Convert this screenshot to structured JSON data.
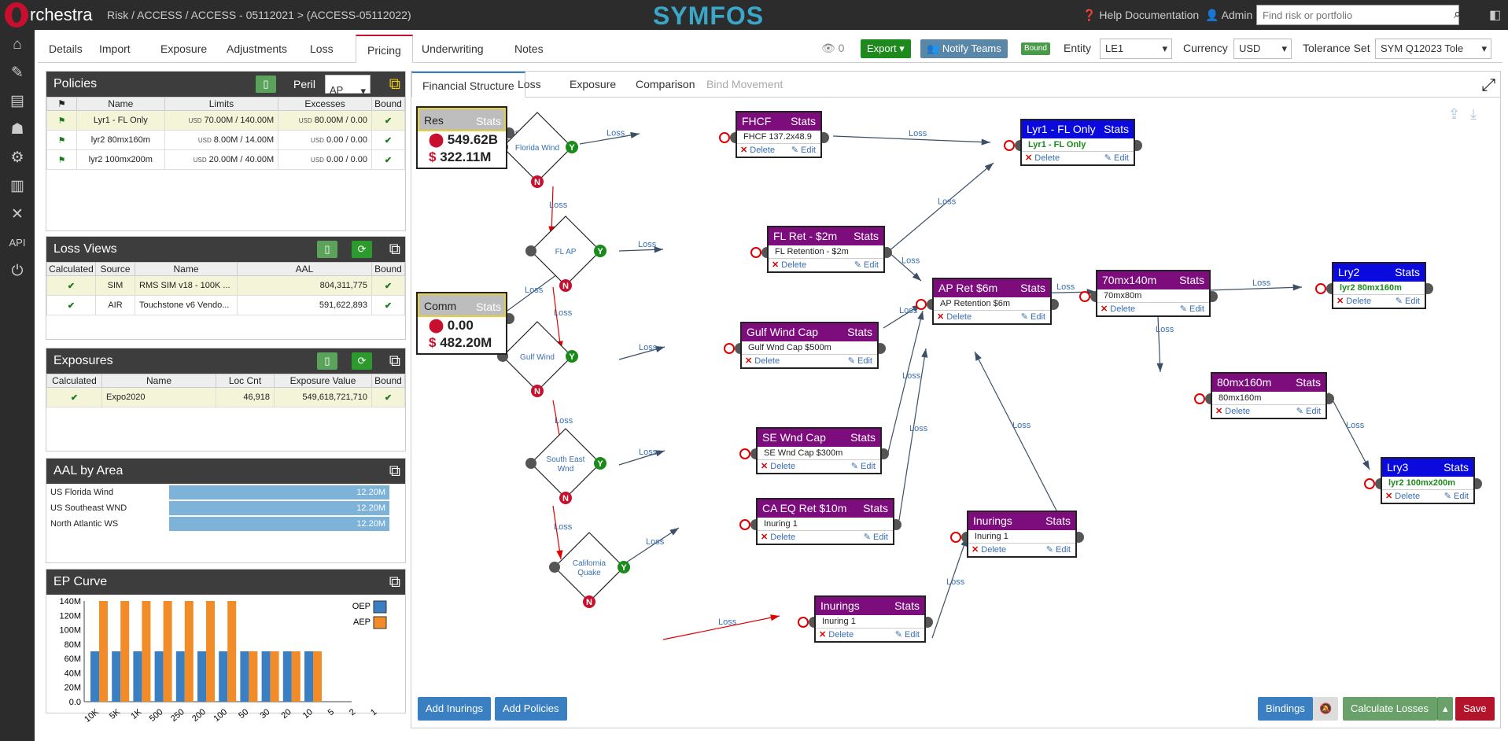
{
  "app": {
    "logo_text": "rchestra",
    "breadcrumb": "Risk / ACCESS / ACCESS - 05112021 > (ACCESS-05112022)",
    "brand": "SYMFOS",
    "help": "Help Documentation",
    "user": "Admin",
    "search_placeholder": "Find risk or portfolio"
  },
  "sidenav": [
    {
      "icon": "home-icon",
      "glyph": "⌂"
    },
    {
      "icon": "edit-icon",
      "glyph": "✎"
    },
    {
      "icon": "briefcase-icon",
      "glyph": "▤"
    },
    {
      "icon": "robot-icon",
      "glyph": "☗"
    },
    {
      "icon": "gear-icon",
      "glyph": "⚙"
    },
    {
      "icon": "clipboard-icon",
      "glyph": "▥"
    },
    {
      "icon": "tools-icon",
      "glyph": "✕"
    },
    {
      "icon": "api-icon",
      "glyph": "API"
    },
    {
      "icon": "power-icon",
      "glyph": "⏻"
    }
  ],
  "tabs": [
    "Details",
    "Import",
    "Exposure",
    "Adjustments",
    "Loss",
    "Pricing",
    "Underwriting",
    "Notes"
  ],
  "active_tab": "Pricing",
  "toolbar": {
    "watch_count": "0",
    "export": "Export",
    "notify": "Notify Teams",
    "bound": "Bound",
    "entity_label": "Entity",
    "entity": "LE1",
    "currency_label": "Currency",
    "currency": "USD",
    "tolerance_label": "Tolerance Set",
    "tolerance": "SYM Q12023 Tole"
  },
  "policies": {
    "title": "Policies",
    "peril_label": "Peril",
    "peril": "AP",
    "headers": [
      "Name",
      "Limits",
      "Excesses",
      "Bound"
    ],
    "rows": [
      {
        "name": "Lyr1 - FL Only",
        "limit": "70.00M / 140.00M",
        "excess": "80.00M / 0.00"
      },
      {
        "name": "lyr2 80mx160m",
        "limit": "8.00M / 14.00M",
        "excess": "0.00 / 0.00"
      },
      {
        "name": "lyr2 100mx200m",
        "limit": "20.00M / 40.00M",
        "excess": "0.00 / 0.00"
      }
    ],
    "usd": "USD"
  },
  "loss_views": {
    "title": "Loss Views",
    "headers": [
      "Calculated",
      "Source",
      "Name",
      "AAL",
      "Bound"
    ],
    "rows": [
      {
        "source": "SIM",
        "name": "RMS SIM v18 - 100K ...",
        "aal": "804,311,775"
      },
      {
        "source": "AIR",
        "name": "Touchstone v6 Vendo...",
        "aal": "591,622,893"
      }
    ]
  },
  "exposures": {
    "title": "Exposures",
    "headers": [
      "Calculated",
      "Name",
      "Loc Cnt",
      "Exposure Value",
      "Bound"
    ],
    "rows": [
      {
        "name": "Expo2020",
        "loc": "46,918",
        "value": "549,618,721,710"
      }
    ]
  },
  "aal_area": {
    "title": "AAL by Area",
    "rows": [
      {
        "name": "US Florida Wind",
        "value": "12.20M"
      },
      {
        "name": "US Southeast WND",
        "value": "12.20M"
      },
      {
        "name": "North Atlantic WS",
        "value": "12.20M"
      }
    ]
  },
  "chart_data": {
    "type": "bar",
    "title": "EP Curve",
    "categories": [
      "10K",
      "5K",
      "1K",
      "500",
      "250",
      "200",
      "100",
      "50",
      "30",
      "20",
      "10",
      "5",
      "2",
      "1"
    ],
    "series": [
      {
        "name": "OEP",
        "values": [
          70,
          70,
          70,
          70,
          70,
          70,
          70,
          70,
          70,
          70,
          70,
          0,
          0,
          0
        ],
        "color": "#3a7fc1"
      },
      {
        "name": "AEP",
        "values": [
          140,
          140,
          140,
          140,
          140,
          140,
          140,
          70,
          70,
          70,
          70,
          0,
          0,
          0
        ],
        "color": "#f28c28"
      }
    ],
    "yticks": [
      "0.0",
      "20M",
      "40M",
      "60M",
      "80M",
      "100M",
      "120M",
      "140M"
    ],
    "ylim": [
      0,
      140
    ],
    "legend": "top-right"
  },
  "canvas_tabs": [
    "Financial Structure",
    "Loss",
    "Exposure",
    "Comparison",
    "Bind Movement"
  ],
  "sources": [
    {
      "name": "Res",
      "stats": "Stats",
      "loc": "549.62B",
      "val": "322.11M"
    },
    {
      "name": "Comm",
      "stats": "Stats",
      "loc": "0.00",
      "val": "482.20M"
    }
  ],
  "diamonds": [
    "Florida Wind",
    "FL AP",
    "Gulf Wind",
    "South East Wnd",
    "California Quake"
  ],
  "nodes": [
    {
      "id": "fhcf",
      "title": "FHCF",
      "body": "FHCF 137.2x48.9",
      "color": "purple"
    },
    {
      "id": "flret",
      "title": "FL Ret - $2m",
      "body": "FL Retention - $2m",
      "color": "purple"
    },
    {
      "id": "gulf",
      "title": "Gulf Wind Cap",
      "body": "Gulf Wnd Cap $500m",
      "color": "purple"
    },
    {
      "id": "sewnd",
      "title": "SE Wnd Cap",
      "body": "SE Wnd Cap $300m",
      "color": "purple"
    },
    {
      "id": "caeq",
      "title": "CA EQ Ret $10m",
      "body": "Inuring 1",
      "color": "purple"
    },
    {
      "id": "inur1",
      "title": "Inurings",
      "body": "Inuring 1",
      "color": "purple"
    },
    {
      "id": "inur2",
      "title": "Inurings",
      "body": "Inuring 1",
      "color": "purple"
    },
    {
      "id": "apret",
      "title": "AP Ret $6m",
      "body": "AP Retention $6m",
      "color": "purple"
    },
    {
      "id": "l70",
      "title": "70mx140m",
      "body": "70mx80m",
      "color": "purple"
    },
    {
      "id": "l80",
      "title": "80mx160m",
      "body": "80mx160m",
      "color": "purple"
    },
    {
      "id": "lyr1",
      "title": "Lyr1 - FL Only",
      "body": "Lyr1 - FL Only",
      "color": "blue"
    },
    {
      "id": "lry2",
      "title": "Lry2",
      "body": "lyr2 80mx160m",
      "color": "blue"
    },
    {
      "id": "lry3",
      "title": "Lry3",
      "body": "lyr2 100mx200m",
      "color": "blue"
    }
  ],
  "node_labels": {
    "stats": "Stats",
    "delete": "Delete",
    "edit": "Edit",
    "loss": "Loss",
    "yes": "Y",
    "no": "N"
  },
  "graph_buttons": {
    "add_inurings": "Add Inurings",
    "add_policies": "Add Policies",
    "bindings": "Bindings",
    "calculate": "Calculate Losses",
    "save": "Save"
  }
}
